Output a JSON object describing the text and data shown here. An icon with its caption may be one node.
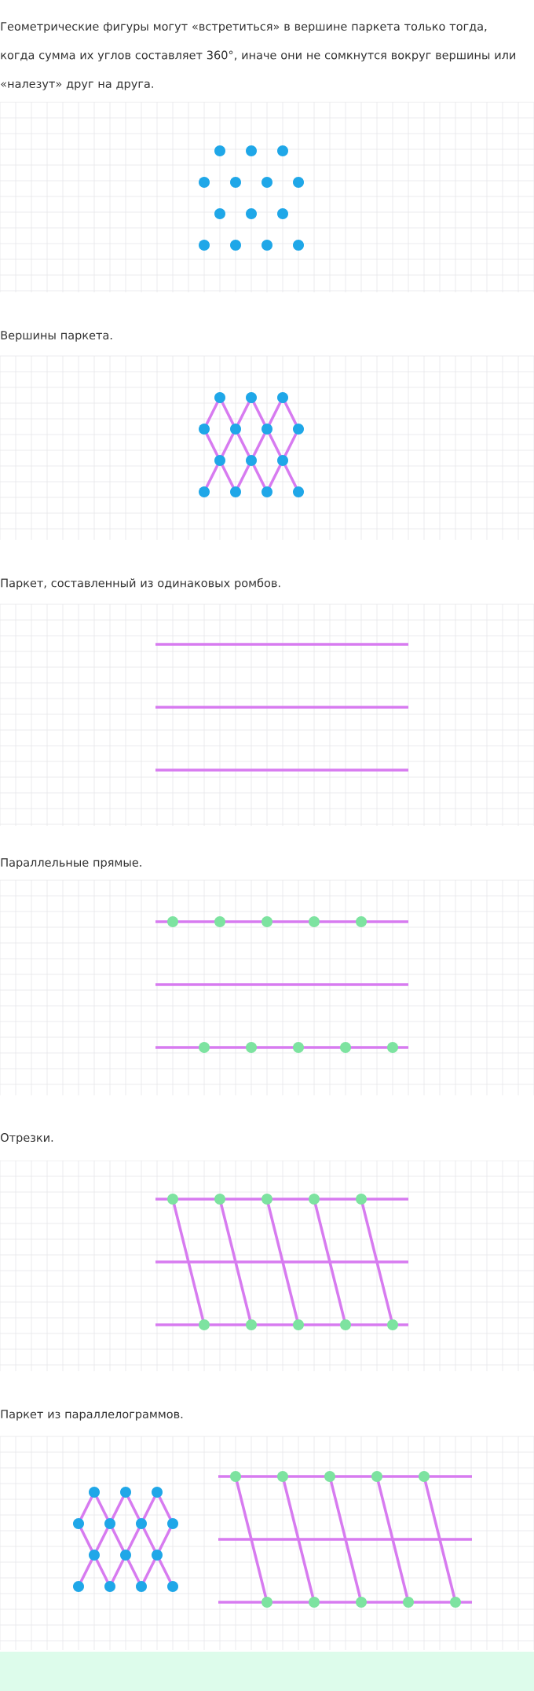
{
  "diagram": {
    "labels": [
      "Геометрические фигуры могут «встретиться» в вершине паркета только тогда, когда сумма их углов составляет 360°, иначе они не сомкнутся вокруг вершины или «налезут» друг на друга.",
      "Вершины паркета.",
      "Паркет, составленный из одинаковых ромбов.",
      "Параллельные прямые.",
      "Отрезки.",
      "Паркет из параллелограммов."
    ]
  }
}
